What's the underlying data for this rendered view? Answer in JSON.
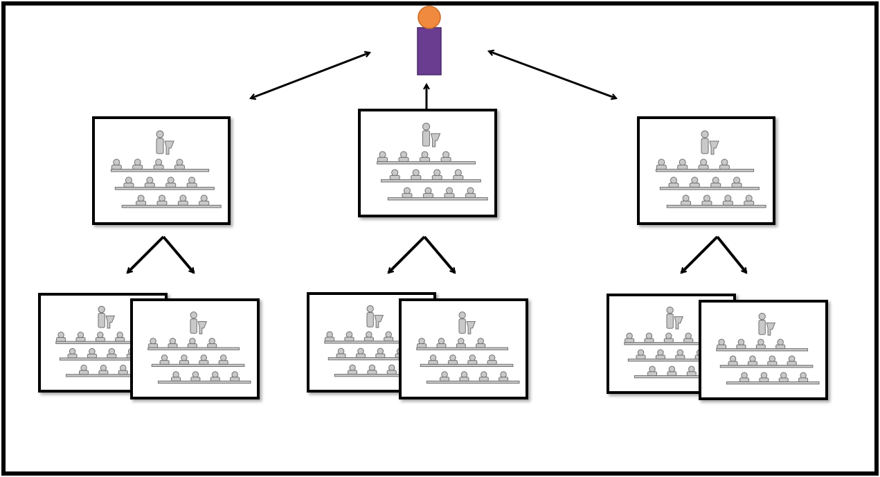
{
  "diagram": {
    "colors": {
      "frame": "#000000",
      "background": "#ffffff",
      "leader_head": "#f08a3e",
      "leader_body": "#6a3d91",
      "arrow": "#000000",
      "card_border": "#000000",
      "figure_fill": "#c9c9c9",
      "figure_stroke": "#6f6f6f"
    },
    "leader": {
      "icon": "person-icon"
    },
    "classroom_icon": "classroom-icon",
    "tiers": [
      {
        "name": "first-tier-classrooms",
        "count": 3
      },
      {
        "name": "second-tier-classrooms",
        "count": 6
      }
    ]
  }
}
